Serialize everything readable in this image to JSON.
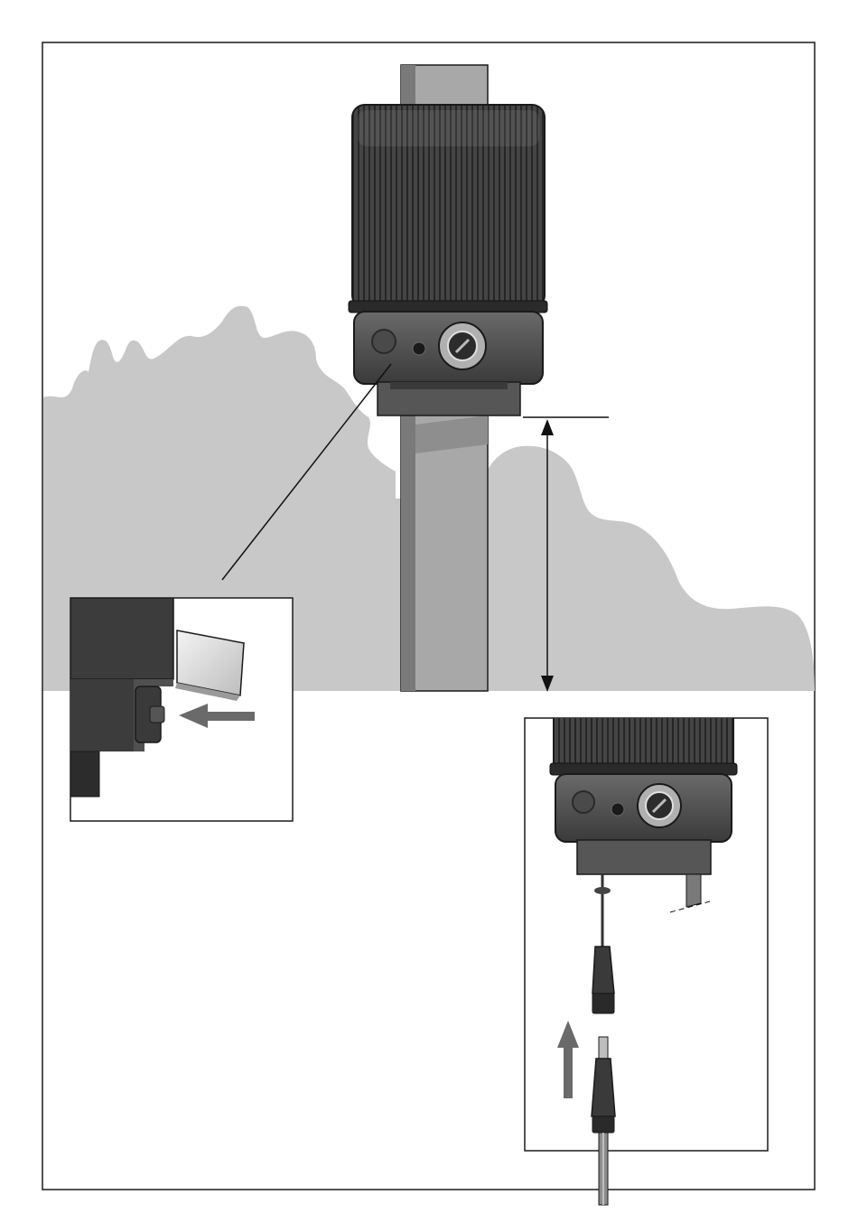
{
  "figure": {
    "colors": {
      "background": "#ffffff",
      "frame": "#1a1a1a",
      "foliage": "#c8c8c8",
      "device_dark": "#3c3c3c",
      "device_mid": "#5e5e5e",
      "post_light": "#a8a8a8",
      "post_dark": "#787878",
      "arrow_gray": "#6a6a6a",
      "line": "#111111"
    },
    "icons": [
      "transformer-device",
      "mounting-post",
      "shrub-silhouette",
      "height-dimension-arrow",
      "push-arrow",
      "plug-in-arrow",
      "power-cable-connector"
    ]
  }
}
